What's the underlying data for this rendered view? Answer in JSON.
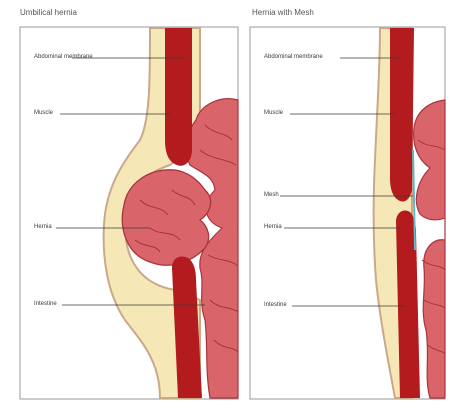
{
  "panels": {
    "left": {
      "title": "Umbilical hernia",
      "labels": {
        "abdominal_membrane": "Abdominal membrane",
        "muscle": "Muscle",
        "hernia": "Hernia",
        "intestine": "Intestine"
      }
    },
    "right": {
      "title": "Hernia with Mesh",
      "labels": {
        "abdominal_membrane": "Abdominal membrane",
        "muscle": "Muscle",
        "mesh": "Mesh",
        "hernia": "Hernia",
        "intestine": "Intestine"
      }
    }
  },
  "colors": {
    "muscle": "#b31b1f",
    "intestine": "#d9646a",
    "intestine_line": "#a8353c",
    "fat": "#f6e8b6",
    "skin": "#caa98a",
    "mesh": "#5fb8c6",
    "frame": "#9a9a9a"
  }
}
